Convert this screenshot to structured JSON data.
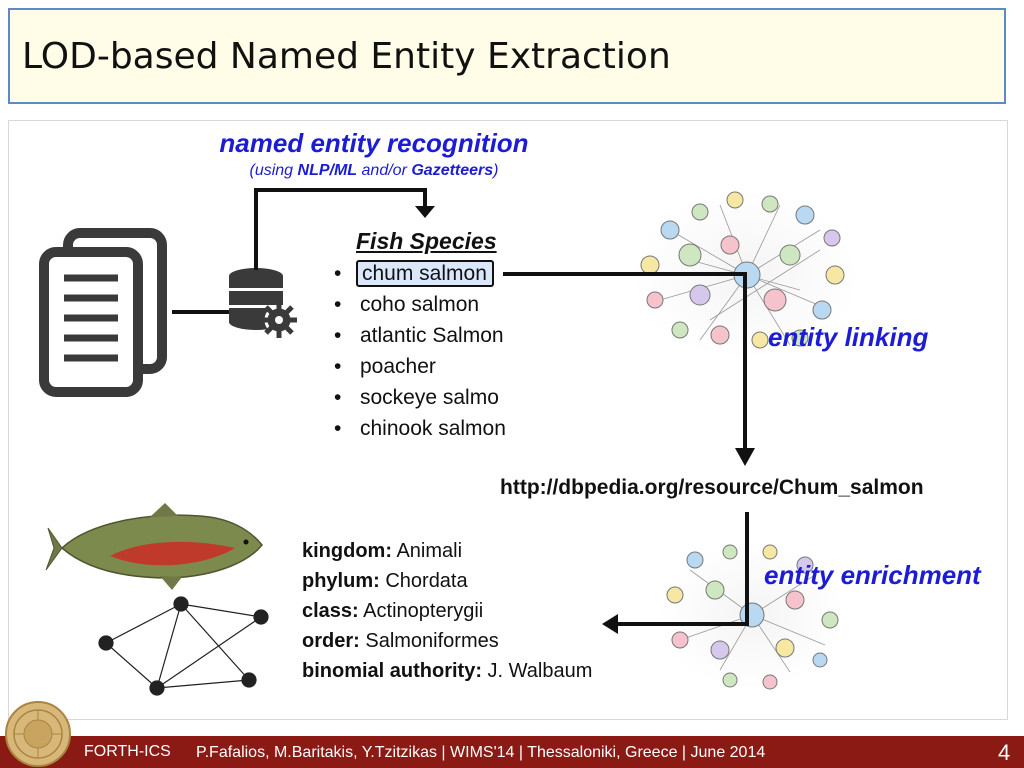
{
  "title": "LOD-based Named Entity Extraction",
  "ner": {
    "title": "named entity recognition",
    "sub_prefix": "(using ",
    "sub_nlp": "NLP/ML",
    "sub_mid": " and/or ",
    "sub_gaz": "Gazetteers",
    "sub_suffix": ")"
  },
  "fish_list": {
    "heading": "Fish Species",
    "bullet": "•",
    "items": [
      "chum salmon",
      "coho salmon",
      "atlantic Salmon",
      "poacher",
      "sockeye salmo",
      "chinook salmon"
    ]
  },
  "entity_linking": "entity linking",
  "entity_enrichment": "entity enrichment",
  "uri": "http://dbpedia.org/resource/Chum_salmon",
  "properties": [
    {
      "key": "kingdom:",
      "value": " Animali"
    },
    {
      "key": "phylum:",
      "value": " Chordata"
    },
    {
      "key": "class:",
      "value": " Actinopterygii"
    },
    {
      "key": "order:",
      "value": " Salmoniformes"
    },
    {
      "key": "binomial authority:",
      "value": " J. Walbaum"
    }
  ],
  "footer": {
    "org": "FORTH-ICS",
    "authors": "P.Fafalios, M.Baritakis, Y.Tzitzikas | WIMS'14 | Thessaloniki, Greece | June 2014",
    "page": "4"
  },
  "colors": {
    "accent": "#1c1cd4",
    "footer_bg": "#8b1a14",
    "title_bg": "#fffde7",
    "title_border": "#5b8ac4",
    "highlight": "#dbe8fb"
  }
}
